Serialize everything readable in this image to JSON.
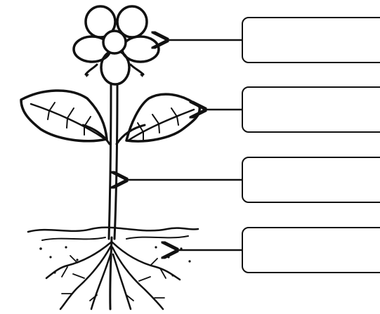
{
  "labels": [
    {
      "id": "flower",
      "text": ""
    },
    {
      "id": "leaf",
      "text": ""
    },
    {
      "id": "stem",
      "text": ""
    },
    {
      "id": "roots",
      "text": ""
    }
  ],
  "colors": {
    "ink": "#111111",
    "background": "#ffffff"
  }
}
